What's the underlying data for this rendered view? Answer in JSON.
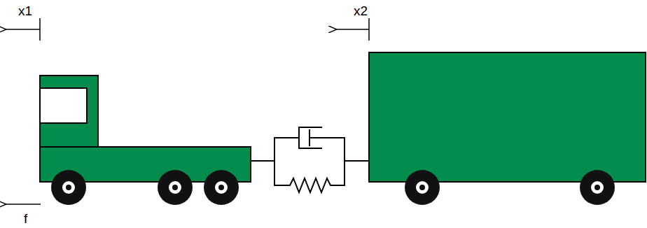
{
  "diagram": {
    "labels": [
      "x1",
      "x2",
      "f"
    ]
  }
}
